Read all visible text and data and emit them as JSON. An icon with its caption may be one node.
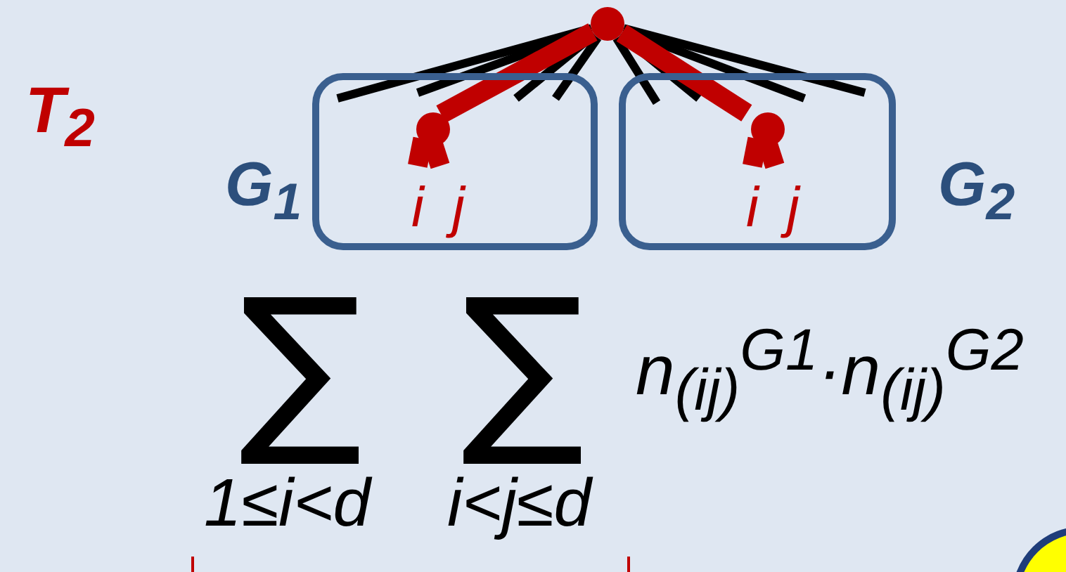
{
  "diagram": {
    "nodes": [
      {
        "text": [],
        "shape": "circle"
      },
      {
        "text": [
          "G$_{1}$"
        ]
      },
      {
        "text": [
          "G$_{2}$"
        ]
      },
      {
        "text": [],
        "shape": "circle",
        "in": 1
      },
      {
        "text": [],
        "shape": "circle",
        "in": 2
      },
      {
        "text": [
          "i"
        ],
        "in": 1
      },
      {
        "text": [
          "j"
        ],
        "in": 1
      },
      {
        "text": [
          "i"
        ],
        "in": 2
      },
      {
        "text": [
          "j"
        ],
        "in": 2
      }
    ],
    "edges": [
      {
        "from": 0,
        "to": null,
        "arrow": "none"
      },
      {
        "from": 0,
        "to": null,
        "arrow": "none"
      },
      {
        "from": 0,
        "to": null,
        "arrow": "none"
      },
      {
        "from": 0,
        "to": null,
        "arrow": "none"
      },
      {
        "from": 0,
        "to": null,
        "arrow": "none"
      },
      {
        "from": 0,
        "to": null,
        "arrow": "none"
      },
      {
        "from": 0,
        "to": null,
        "arrow": "none"
      },
      {
        "from": 0,
        "to": null,
        "arrow": "none"
      },
      {
        "from": 0,
        "to": 3,
        "arrow": "none",
        "style": "thick",
        "color": "#c00000"
      },
      {
        "from": 0,
        "to": 4,
        "arrow": "none",
        "style": "thick",
        "color": "#c00000"
      },
      {
        "from": 3,
        "to": 5,
        "arrow": "none",
        "style": "thick",
        "color": "#c00000"
      },
      {
        "from": 3,
        "to": 6,
        "arrow": "none",
        "style": "thick",
        "color": "#c00000"
      },
      {
        "from": 4,
        "to": 7,
        "arrow": "none",
        "style": "thick",
        "color": "#c00000"
      },
      {
        "from": 4,
        "to": 8,
        "arrow": "none",
        "style": "thick",
        "color": "#c00000"
      }
    ],
    "labels": [
      "T$_{2}$",
      "∑",
      "∑",
      "n$_{(ij)}$$^{G1}$·n$_{(ij)}$$^{G2}$",
      "1≤i<d",
      "i<j≤d"
    ]
  }
}
